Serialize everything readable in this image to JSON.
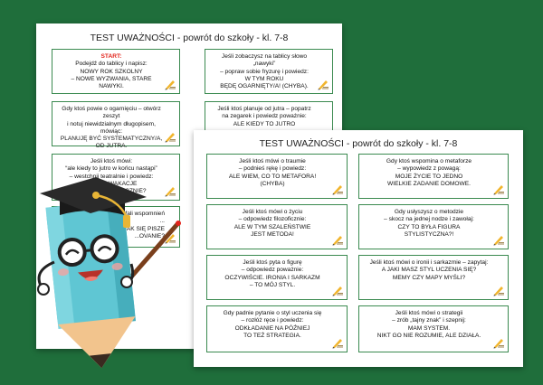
{
  "title": "TEST UWAŻNOŚCI - powrót do szkoły - kl. 7-8",
  "back_sheet": {
    "title": "TEST UWAŻNOŚCI - powrót do szkoły - kl. 7-8",
    "cards": [
      {
        "start": "START:",
        "lines": [
          "Podejdź do tablicy i napisz:",
          "NOWY ROK SZKOLNY",
          "– NOWE WYZWANIA, STARE NAWYKI."
        ]
      },
      {
        "lines": [
          "Jeśli zobaczysz na tablicy słowo „nawyki”",
          "– popraw sobie fryzurę i powiedz:",
          "W TYM ROKU",
          "BĘDĘ OGARNIĘTY/A! (CHYBA)."
        ]
      },
      {
        "lines": [
          "Gdy ktoś powie o ogarnięciu – otwórz zeszyt",
          "i notuj niewidzialnym długopisem, mówiąc:",
          "PLANUJĘ BYĆ SYSTEMATYCZNY/A,",
          "OD JUTRA."
        ]
      },
      {
        "lines": [
          "Jeśli ktoś planuje od jutra – popatrz",
          "na zegarek i powiedz poważnie:",
          "ALE KIEDY TO JUTRO"
        ]
      },
      {
        "lines": [
          "Jeśli ktoś mówi:",
          "“ale kiedy to jutro w końcu nastąpi”",
          "– westchnij teatralnie i powiedz:",
          "CZEMU WAKACJE",
          "NIE TRWAJĄ WIECZNIE?"
        ]
      },
      {
        "lines": [
          "...fali wspomnień",
          "...",
          "...JAK SIĘ PISZE",
          "...OVANIE?"
        ]
      }
    ]
  },
  "front_sheet": {
    "title": "TEST UWAŻNOŚCI - powrót do szkoły - kl. 7-8",
    "cards": [
      {
        "lines": [
          "Jeśli ktoś mówi o traumie",
          "– podnieś rękę i powiedz:",
          "ALE WIEM, CO TO METAFORA!",
          "(CHYBA)"
        ]
      },
      {
        "lines": [
          "Gdy ktoś wspomina o metaforze",
          "– wypowiedz z powagą:",
          "MOJE ŻYCIE TO JEDNO",
          "WIELKIE ZADANIE DOMOWE."
        ]
      },
      {
        "lines": [
          "Jeśli ktoś mówi o życiu",
          "– odpowiedz filozoficznie:",
          "ALE W TYM SZALEŃSTWIE",
          "JEST METODA!"
        ]
      },
      {
        "lines": [
          "Gdy usłyszysz o metodzie",
          "– skocz na jednej nodze i zawołaj:",
          "CZY TO BYŁA FIGURA",
          "STYLISTYCZNA?!"
        ]
      },
      {
        "lines": [
          "Jeśli ktoś pyta o figurę",
          "– odpowiedz poważnie:",
          "OCZYWIŚCIE. IRONIA I SARKAZM",
          "– TO MÓJ STYL."
        ]
      },
      {
        "lines": [
          "Jeśli ktoś mówi o ironii i sarkazmie – zapytaj:",
          "A JAKI MASZ STYL UCZENIA SIĘ?",
          "MEMY CZY MAPY MYŚLI?"
        ]
      },
      {
        "lines": [
          "Gdy padnie pytanie o styl uczenia się",
          "– rozłóż ręce i powiedz:",
          "ODKŁADANIE NA PÓŹNIEJ",
          "TO TEŻ STRATEGIA."
        ]
      },
      {
        "lines": [
          "Jeśli ktoś mówi o strategii",
          "– zrób „tajny znak” i szepnij:",
          "MAM SYSTEM.",
          "NIKT GO NIE ROZUMIE, ALE DZIAŁA."
        ]
      }
    ]
  },
  "colors": {
    "background": "#1f6e3b",
    "card_border": "#3a8a4f",
    "start_label": "#e2231a"
  },
  "icons": [
    "pencil-icon",
    "pencil-mascot-illustration",
    "graduation-cap-icon"
  ]
}
